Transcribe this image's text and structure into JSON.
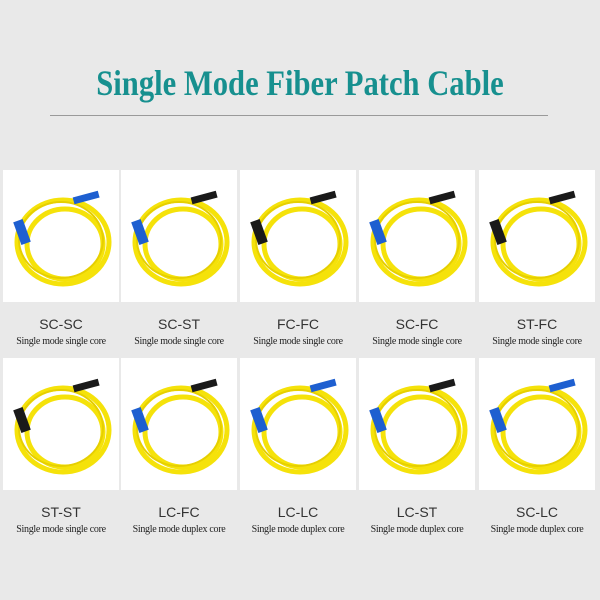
{
  "title": "Single Mode Fiber Patch Cable",
  "colors": {
    "title": "#17908f",
    "cable": "#f5e20a",
    "sc": "#1e5fd0",
    "black": "#1a1a1a"
  },
  "products": [
    {
      "name": "SC-SC",
      "desc": "Single mode single core",
      "a": "sc",
      "b": "sc"
    },
    {
      "name": "SC-ST",
      "desc": "Single mode single core",
      "a": "sc",
      "b": "black"
    },
    {
      "name": "FC-FC",
      "desc": "Single mode single core",
      "a": "black",
      "b": "black"
    },
    {
      "name": "SC-FC",
      "desc": "Single mode single core",
      "a": "sc",
      "b": "black"
    },
    {
      "name": "ST-FC",
      "desc": "Single mode single core",
      "a": "black",
      "b": "black"
    },
    {
      "name": "ST-ST",
      "desc": "Single mode single core",
      "a": "black",
      "b": "black"
    },
    {
      "name": "LC-FC",
      "desc": "Single mode duplex core",
      "a": "sc",
      "b": "black"
    },
    {
      "name": "LC-LC",
      "desc": "Single mode duplex core",
      "a": "sc",
      "b": "sc"
    },
    {
      "name": "LC-ST",
      "desc": "Single mode duplex core",
      "a": "sc",
      "b": "black"
    },
    {
      "name": "SC-LC",
      "desc": "Single mode duplex core",
      "a": "sc",
      "b": "sc"
    }
  ]
}
